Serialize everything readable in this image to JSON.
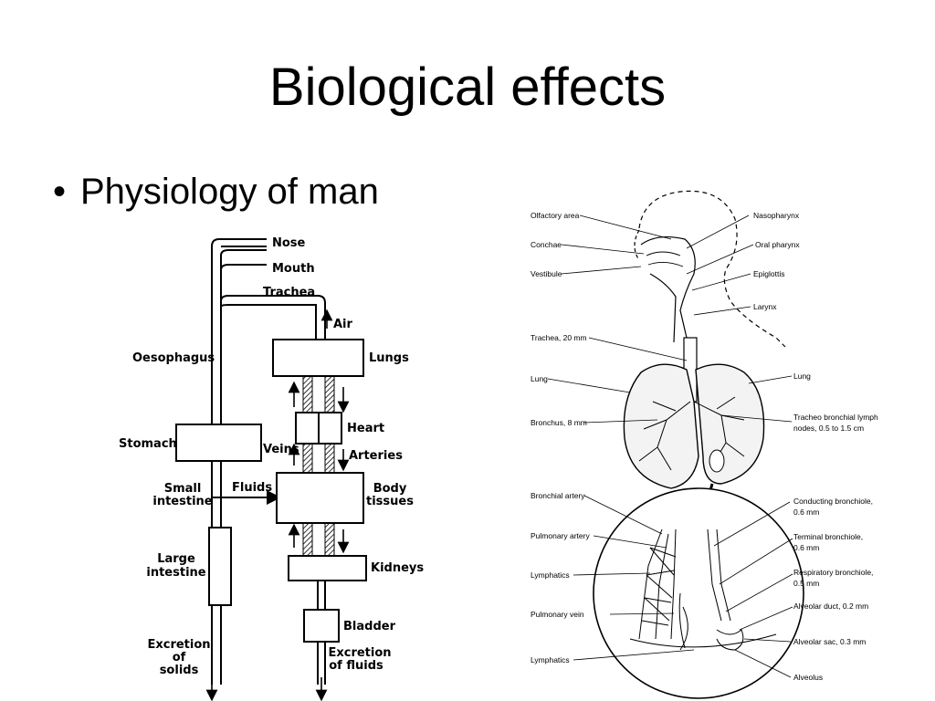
{
  "slide": {
    "title": "Biological effects",
    "bullet": "Physiology of man",
    "bullet_marker": "•"
  },
  "flow_diagram": {
    "nose": "Nose",
    "mouth": "Mouth",
    "trachea": "Trachea",
    "air": "Air",
    "oesophagus": "Oesophagus",
    "lungs": "Lungs",
    "heart": "Heart",
    "stomach": "Stomach",
    "veins": "Veins",
    "arteries": "Arteries",
    "small_intestine_1": "Small",
    "small_intestine_2": "intestine",
    "fluids": "Fluids",
    "body_tissues_1": "Body",
    "body_tissues_2": "tissues",
    "large_intestine_1": "Large",
    "large_intestine_2": "intestine",
    "kidneys": "Kidneys",
    "bladder": "Bladder",
    "excretion_solids_1": "Excretion",
    "excretion_solids_2": "of",
    "excretion_solids_3": "solids",
    "excretion_fluids_1": "Excretion",
    "excretion_fluids_2": "of fluids"
  },
  "anatomy_diagram": {
    "olfactory_area": "Olfactory area",
    "conchae": "Conchae",
    "vestibule": "Vestibule",
    "trachea": "Trachea, 20 mm",
    "lung_left": "Lung",
    "bronchus": "Bronchus, 8 mm",
    "nasopharynx": "Nasopharynx",
    "oral_pharynx": "Oral pharynx",
    "epiglottis": "Epiglottis",
    "larynx": "Larynx",
    "lung_right": "Lung",
    "lymph_nodes_1": "Tracheo bronchial lymph",
    "lymph_nodes_2": "nodes, 0.5 to 1.5 cm",
    "bronchial_artery": "Bronchial artery",
    "pulmonary_artery": "Pulmonary artery",
    "lymphatics_1": "Lymphatics",
    "pulmonary_vein": "Pulmonary vein",
    "lymphatics_2": "Lymphatics",
    "conducting_bronchiole_1": "Conducting bronchiole,",
    "conducting_bronchiole_2": "0.6 mm",
    "terminal_bronchiole_1": "Terminal bronchiole,",
    "terminal_bronchiole_2": "0.6 mm",
    "respiratory_bronchiole_1": "Respiratory bronchiole,",
    "respiratory_bronchiole_2": "0.5 mm",
    "alveolar_duct": "Alveolar duct, 0.2 mm",
    "alveolar_sac": "Alveolar sac, 0.3 mm",
    "alveolus": "Alveolus"
  }
}
